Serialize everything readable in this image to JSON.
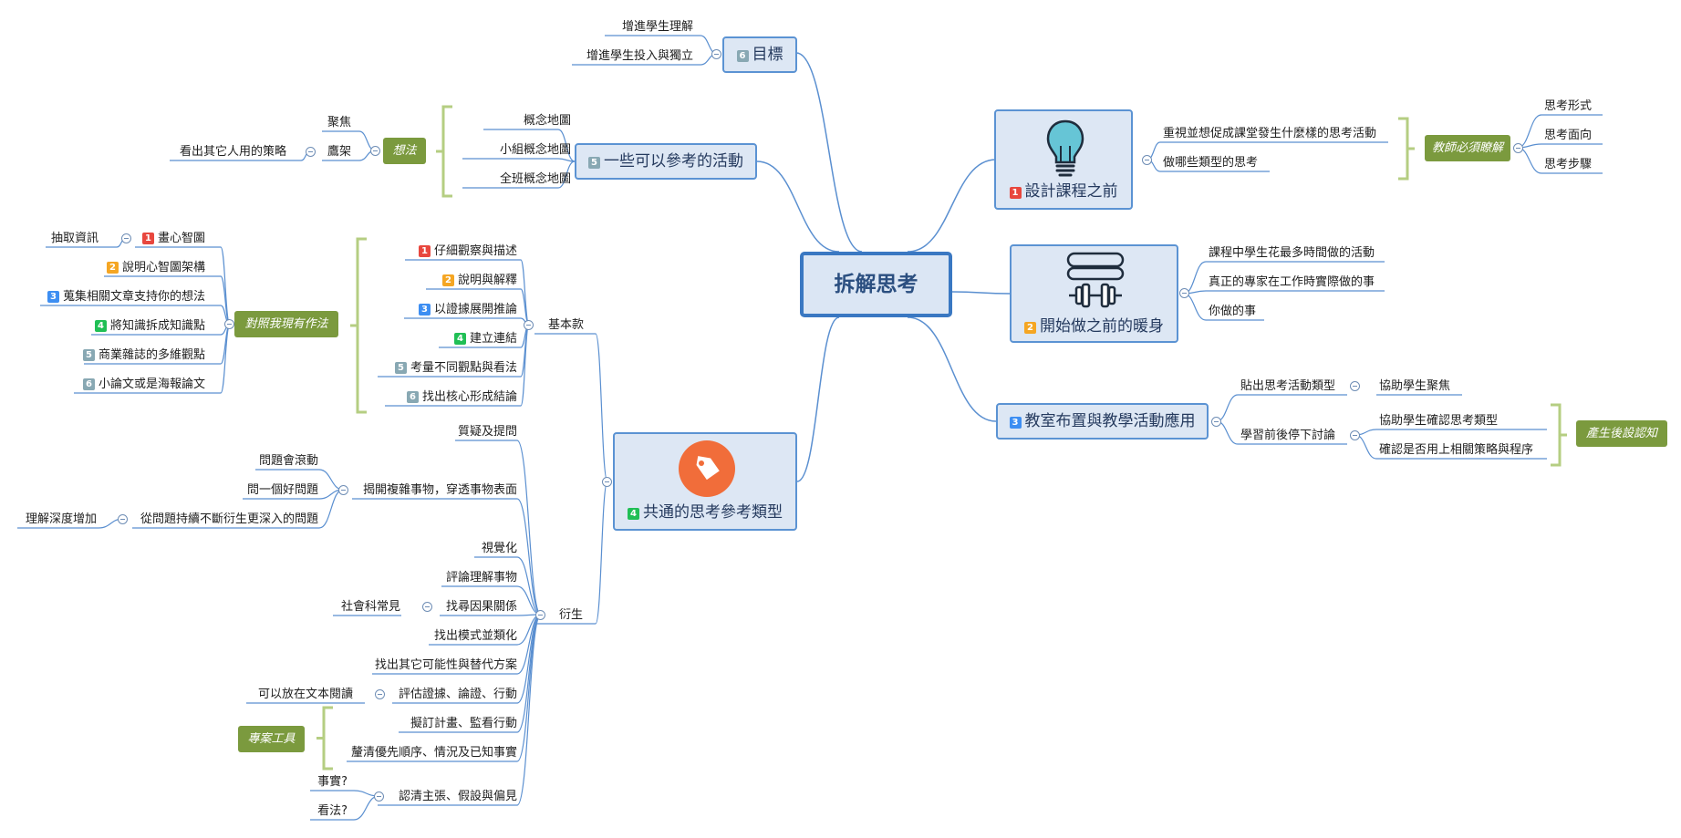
{
  "central": "拆解思考",
  "badge_colors": {
    "1": "#e8473e",
    "2": "#f5a623",
    "3": "#3d8ef2",
    "4": "#20bf55",
    "5": "#88a8b3",
    "6": "#88a8b3"
  },
  "colors": {
    "line": "#5a8fd0",
    "summary": "#7b9a3e",
    "bracket": "#b5ce82"
  },
  "branches": {
    "b1": {
      "title": "設計課程之前",
      "marker": "1",
      "icon": "lightbulb-icon",
      "children": [
        "重視並想促成課堂發生什麼樣的思考活動",
        "做哪些類型的思考"
      ],
      "summary": "教師必須瞭解",
      "summary_children": [
        "思考形式",
        "思考面向",
        "思考步驟"
      ]
    },
    "b2": {
      "title": "開始做之前的暖身",
      "marker": "2",
      "icon": "skipping-rope-dumbbell-icon",
      "children": [
        "課程中學生花最多時間做的活動",
        "真正的專家在工作時實際做的事",
        "你做的事"
      ]
    },
    "b3": {
      "title": "教室布置與教學活動應用",
      "marker": "3",
      "c1": "貼出思考活動類型",
      "c1a": "協助學生聚焦",
      "c2": "學習前後停下討論",
      "c2a": "協助學生確認思考類型",
      "c2b": "確認是否用上相關策略與程序",
      "summary": "產生後設認知"
    },
    "b6": {
      "title": "目標",
      "marker": "6",
      "children": [
        "增進學生理解",
        "增進學生投入與獨立"
      ]
    },
    "b5": {
      "title": "一些可以參考的活動",
      "marker": "5",
      "children": [
        "概念地圖",
        "小組概念地圖",
        "全班概念地圖"
      ],
      "summary": "想法",
      "summary_children": [
        "聚焦",
        "鷹架"
      ],
      "summary_sub": "看出其它人用的策略"
    },
    "b4": {
      "title": "共通的思考參考類型",
      "marker": "4",
      "icon": "tag-icon",
      "basic": {
        "label": "基本款",
        "items": [
          {
            "marker": "1",
            "text": "仔細觀察與描述"
          },
          {
            "marker": "2",
            "text": "說明與解釋"
          },
          {
            "marker": "3",
            "text": "以證據展開推論"
          },
          {
            "marker": "4",
            "text": "建立連結"
          },
          {
            "marker": "5",
            "text": "考量不同觀點與看法"
          },
          {
            "marker": "6",
            "text": "找出核心形成結論"
          }
        ],
        "summary": "對照我現有作法",
        "compare": [
          {
            "marker": "1",
            "text": "畫心智圖",
            "sub": "抽取資訊"
          },
          {
            "marker": "2",
            "text": "說明心智圖架構"
          },
          {
            "marker": "3",
            "text": "蒐集相關文章支持你的想法"
          },
          {
            "marker": "4",
            "text": "將知識拆成知識點"
          },
          {
            "marker": "5",
            "text": "商業雜誌的多維觀點"
          },
          {
            "marker": "6",
            "text": "小論文或是海報論文"
          }
        ]
      },
      "derived": {
        "label": "衍生",
        "q1": "質疑及提問",
        "q2": "揭開複雜事物，穿透事物表面",
        "q2a": "問題會滾動",
        "q2b": "問一個好問題",
        "q2c": "從問題持續不斷衍生更深入的問題",
        "q2c1": "理解深度增加",
        "d3": "視覺化",
        "d4": "評論理解事物",
        "d5": "找尋因果關係",
        "d5a": "社會科常見",
        "d6": "找出模式並類化",
        "d7": "找出其它可能性與替代方案",
        "d8": "評估證據、論證、行動",
        "d8a": "可以放在文本閱讀",
        "d9": "擬訂計畫、監看行動",
        "d10": "釐清優先順序、情況及已知事實",
        "tool": "專案工具",
        "d11": "認清主張、假設與偏見",
        "d11a": "事實?",
        "d11b": "看法?"
      }
    }
  }
}
